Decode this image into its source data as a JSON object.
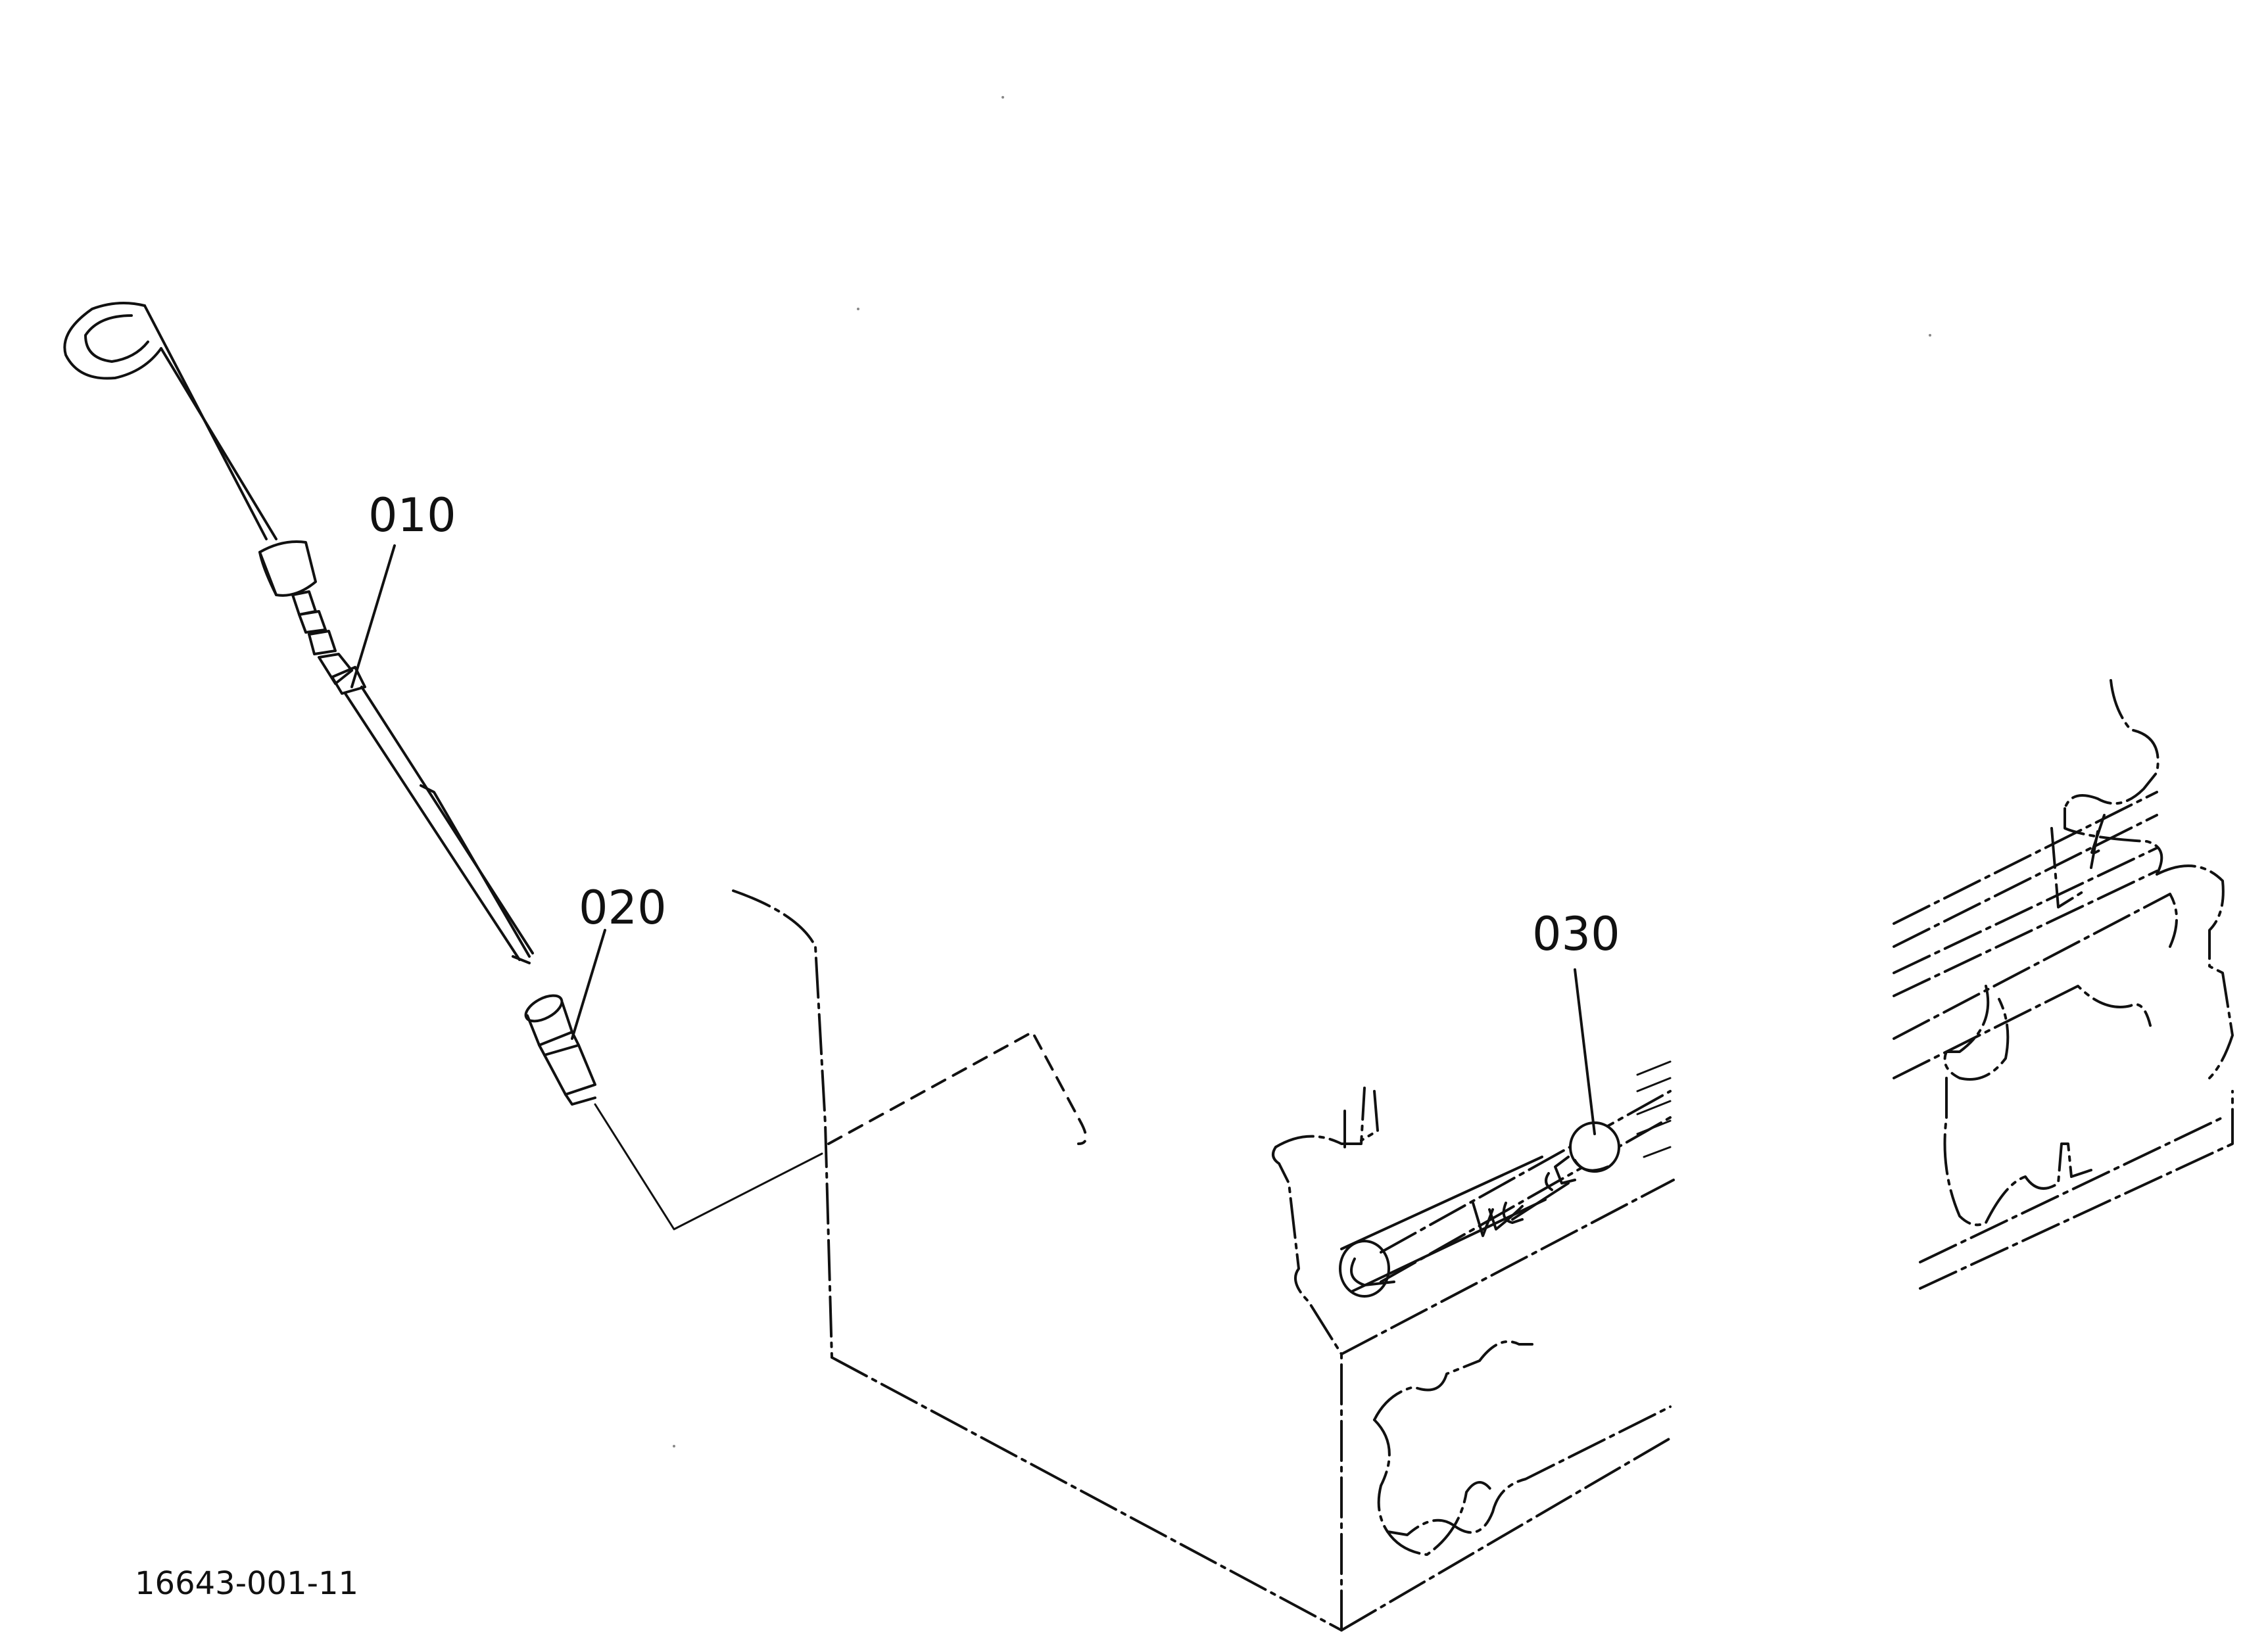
{
  "diagram": {
    "drawing_number": "16643-001-11",
    "parts": [
      {
        "ref": "010",
        "description_icon": "oil-dipstick-icon"
      },
      {
        "ref": "020",
        "description_icon": "dipstick-guide-tube-icon"
      },
      {
        "ref": "030",
        "description_icon": "drain-plug-icon"
      }
    ],
    "colors": {
      "ink": "#111111",
      "background": "#ffffff"
    }
  }
}
